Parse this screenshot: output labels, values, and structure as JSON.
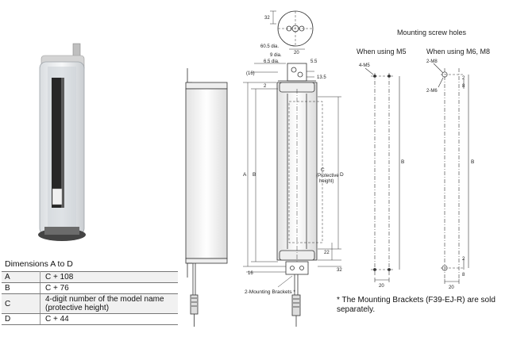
{
  "table": {
    "title": "Dimensions A to D",
    "rows": [
      {
        "key": "A",
        "value": "C + 108"
      },
      {
        "key": "B",
        "value": "C + 76"
      },
      {
        "key": "C",
        "value": "4-digit number of the model name (protective height)"
      },
      {
        "key": "D",
        "value": "C + 44"
      }
    ]
  },
  "screw_holes": {
    "title": "Mounting screw holes",
    "m5_caption": "When using M5",
    "m6_caption": "When using M6, M8",
    "m5_hole_label": "4-M5",
    "m6_hole_label": "2-M8",
    "m6_hole_label_2": "2-M6",
    "b_label": "B",
    "width_label": "20",
    "dim_2": "2",
    "dim_8": "8"
  },
  "drawing": {
    "top_dim": "32",
    "top_width": "20",
    "dia_outer": "60.5 dia.",
    "dia_9": "9 dia.",
    "dia_6_5": "6.5 dia.",
    "dim_5_5": "5.5",
    "dim_13_5": "13.5",
    "dim_16_top": "(16)",
    "dim_2_top": "2",
    "label_a": "A",
    "label_b": "B",
    "label_d": "D",
    "label_c": "C",
    "label_c_sub": "(Protective",
    "label_c_sub2": "height)",
    "dim_22": "22",
    "dim_16_bottom": "16",
    "dim_32_bottom": "32",
    "brackets_label": "2-Mounting Brackets *"
  },
  "note": "* The Mounting Brackets (F39-EJ-R) are sold separately.",
  "colors": {
    "line": "#333333",
    "housing": "#f5f5f5",
    "strip": "#2a2a2a"
  }
}
